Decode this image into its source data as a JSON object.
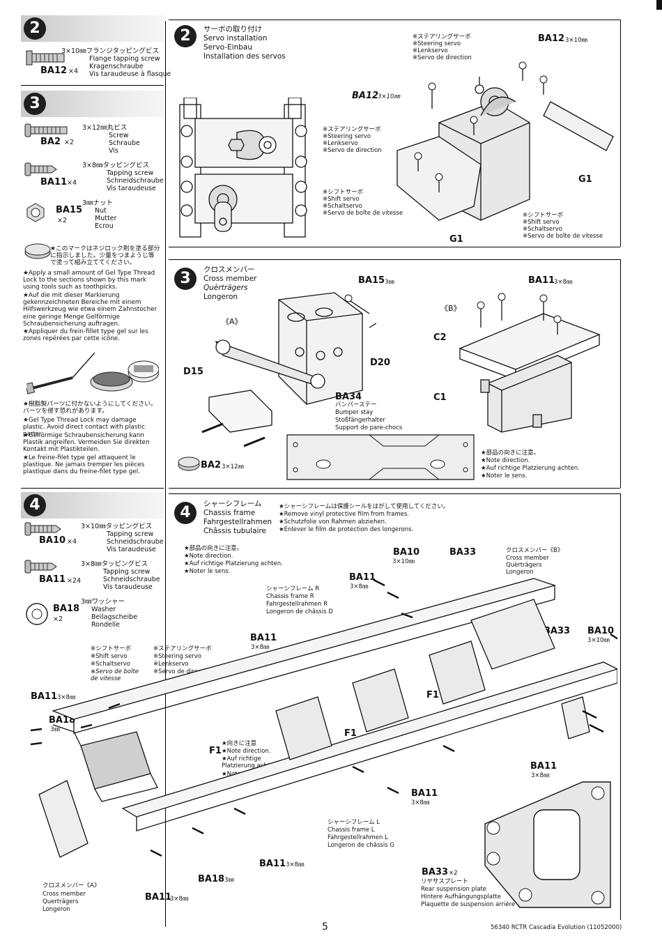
{
  "side": {
    "step2": {
      "num": "2",
      "parts": [
        {
          "jp": "3×10㎜フランジタッピングビス",
          "en": "Flange tapping screw",
          "de": "Kragenschraube",
          "fr": "Vis taraudeuse à flasque",
          "code": "BA12",
          "qty": "×4"
        }
      ]
    },
    "step3": {
      "num": "3",
      "parts": [
        {
          "jp": "3×12㎜丸ビス",
          "en": "Screw",
          "de": "Schraube",
          "fr": "Vis",
          "code": "BA2",
          "qty": "×2"
        },
        {
          "jp": "3×8㎜タッピングビス",
          "en": "Tapping screw",
          "de": "Schneidschraube",
          "fr": "Vis taraudeuse",
          "code": "BA11",
          "qty": "×4"
        },
        {
          "jp": "3㎜ナット",
          "en": "Nut",
          "de": "Mutter",
          "fr": "Ecrou",
          "code": "BA15",
          "qty": "×2"
        }
      ],
      "threadlock_notes": [
        "★このマークはネジロック剤を塗る部分に指示しました。少量をつまようじ等で塗って組み立ててください。",
        "★Apply a small amount of Gel Type Thread Lock to the sections shown by this mark using tools such as toothpicks.",
        "★Auf die mit dieser Markierung gekennzeichneten Bereiche mit einem Hilfswerkzeug wie etwa einem Zahnstocher eine geringe Menge Gelförmige Schraubensicherung auftragen.",
        "★Appliquer du frein-fillet type gel sur les zones repérées par cette icône."
      ],
      "warning_notes": [
        "★樹脂製パーツに付かないようにしてください。パーツを侵す恐れがあります。",
        "★Gel Type Thread Lock may damage plastic. Avoid direct contact with plastic parts.",
        "★Gelförmige Schraubensicherung kann Plastik angreifen. Vermeiden Sie direkten Kontakt mit Plastikteilen.",
        "★Le freine-filet type gel attaquent le plastique. Ne jamais tremper les pièces plastique dans du freine-filet type gel."
      ]
    },
    "step4": {
      "num": "4",
      "parts": [
        {
          "jp": "3×10㎜タッピングビス",
          "en": "Tapping screw",
          "de": "Schneidschraube",
          "fr": "Vis taraudeuse",
          "code": "BA10",
          "qty": "×4"
        },
        {
          "jp": "3×8㎜タッピングビス",
          "en": "Tapping screw",
          "de": "Schneidschraube",
          "fr": "Vis taraudeuse",
          "code": "BA11",
          "qty": "×24"
        },
        {
          "jp": "3㎜ワッシャー",
          "en": "Washer",
          "de": "Beilagscheibe",
          "fr": "Rondelle",
          "code": "BA18",
          "qty": "×2"
        }
      ]
    }
  },
  "main": {
    "step2": {
      "num": "2",
      "title_jp": "サーボの取り付け",
      "title_en": "Servo installation",
      "title_de": "Servo-Einbau",
      "title_fr": "Installation des servos",
      "steer_jp": "※ステアリングサーボ",
      "steer_en": "※Steering servo",
      "steer_de": "※Lenkservo",
      "steer_fr": "※Servo de direction",
      "shift_jp": "※シフトサーボ",
      "shift_en": "※Shift servo",
      "shift_de": "※Schaltservo",
      "shift_fr": "※Servo de boîte de vitesse",
      "ba12_a": "BA12",
      "ba12_a_size": "3×10㎜",
      "ba12_b": "BA12",
      "ba12_b_size": "3×10㎜",
      "g1_a": "G1",
      "g1_b": "G1"
    },
    "step3": {
      "num": "3",
      "title_jp": "クロスメンバー",
      "title_en": "Cross member",
      "title_de": "Quèrträgers",
      "title_fr": "Longeron",
      "label_a": "《A》",
      "label_b": "《B》",
      "ba15": "BA15",
      "ba15_size": "3㎜",
      "ba11": "BA11",
      "ba11_size": "3×8㎜",
      "d15": "D15",
      "d20": "D20",
      "c1": "C1",
      "c2": "C2",
      "ba34": "BA34",
      "ba34_jp": "バンパーステー",
      "ba34_en": "Bumper stay",
      "ba34_de": "Stoßfängerhalter",
      "ba34_fr": "Support de pare-chocs",
      "ba2": "BA2",
      "ba2_size": "3×12㎜",
      "dir_jp": "★部品の向きに注意。",
      "dir_en": "★Note direction.",
      "dir_de": "★Auf richtige Platzierung achten.",
      "dir_fr": "★Noter le sens."
    },
    "step4": {
      "num": "4",
      "title_jp": "シャーシフレーム",
      "title_en": "Chassis frame",
      "title_de": "Fahrgestellrahmen",
      "title_fr": "Châssis tubulaire",
      "film_jp": "★シャーシフレームは保護シールをはがして使用してください。",
      "film_en": "★Remove vinyl protective film from frames.",
      "film_de": "★Schutzfolie von Rahmen abziehen.",
      "film_fr": "★Enlever le film de protection des longerons.",
      "dir_jp": "★部品の向きに注意。",
      "dir_en": "★Note direction.",
      "dir_de": "★Auf richtige Platzierung achten.",
      "dir_fr": "★Noter le sens.",
      "frame_r_jp": "シャーシフレーム R",
      "frame_r_en": "Chassis frame R",
      "frame_r_de": "Fahrgestellrahmen R",
      "frame_r_fr": "Longeron de châssis D",
      "frame_l_jp": "シャーシフレーム L",
      "frame_l_en": "Chassis frame L",
      "frame_l_de": "Fahrgestellrahmen L",
      "frame_l_fr": "Longeron de châssis G",
      "cross_b_jp": "クロスメンバー《B》",
      "cross_b_en": "Cross member",
      "cross_b_de": "Quèrträgers",
      "cross_b_fr": "Longeron",
      "cross_a_jp": "クロスメンバー《A》",
      "cross_a_en": "Cross member",
      "cross_a_de": "Querträgers",
      "cross_a_fr": "Longeron",
      "shift_jp": "※シフトサーボ",
      "shift_en": "※Shift servo",
      "shift_de": "※Schaltservo",
      "shift_fr": "※Servo de boîte de vitesse",
      "steer_jp": "※ステアリングサーボ",
      "steer_en": "※Steering servo",
      "steer_de": "※Lenkservo",
      "steer_fr": "※Servo de direction",
      "f1_note_jp": "★向きに注意",
      "f1_note_en": "★Note direction.",
      "f1_note_de": "★Auf richtige Platzierung achten.",
      "f1_note_fr": "★Noter le sens.",
      "ba10": "BA10",
      "ba10_size": "3×10㎜",
      "ba33": "BA33",
      "ba33_qty": "×2",
      "ba33_jp": "リヤサスプレート",
      "ba33_en": "Rear suspension plate",
      "ba33_de": "Hintere Aufhängungsplatte",
      "ba33_fr": "Plaquette de suspension arrière",
      "ba11": "BA11",
      "ba11_size": "3×8㎜",
      "ba18": "BA18",
      "ba18_size": "3㎜",
      "f1": "F1"
    }
  },
  "footer": {
    "page": "5",
    "doc": "56340 RCTR Cascadia Evolution (11052000)"
  }
}
